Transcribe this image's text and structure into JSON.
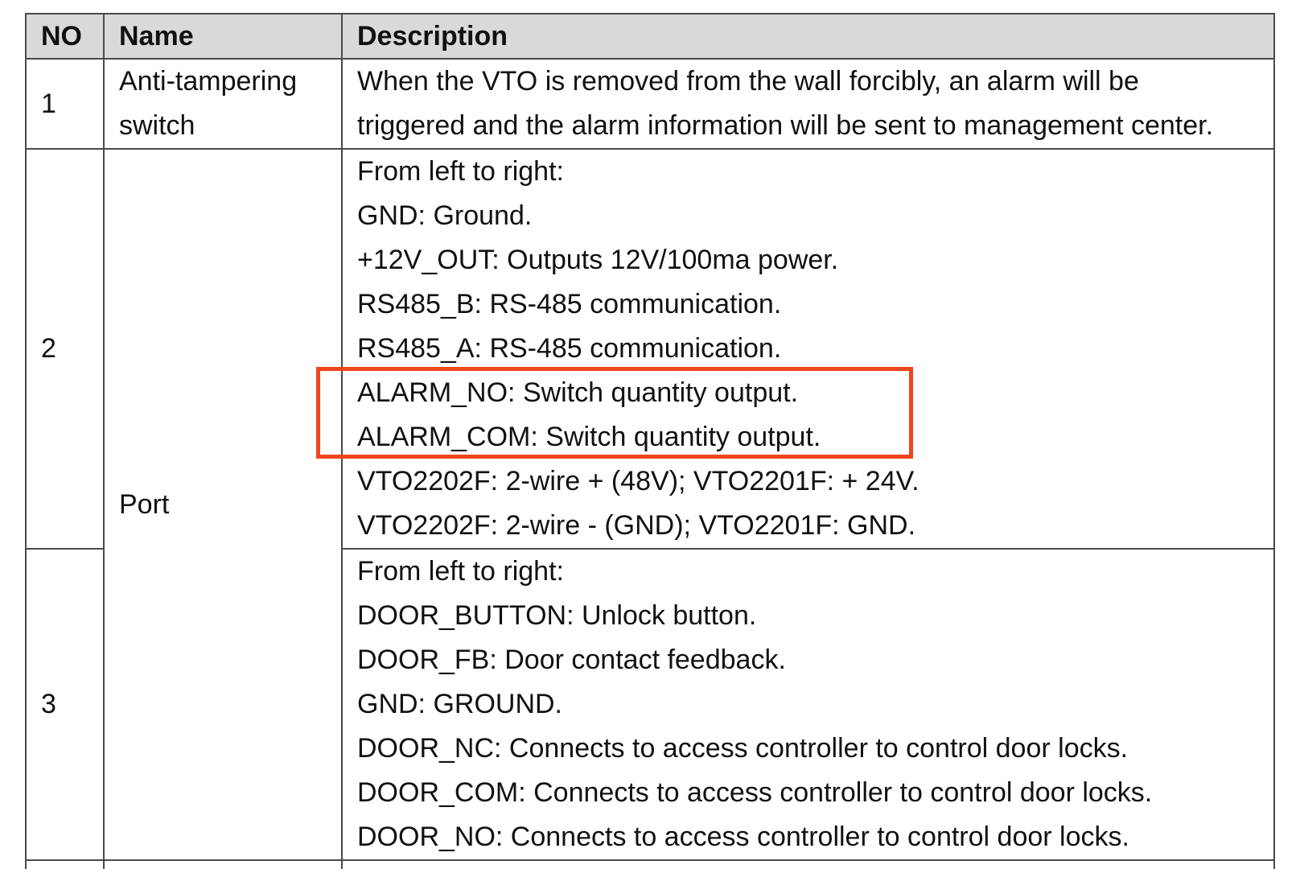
{
  "table": {
    "headers": {
      "no": "NO",
      "name": "Name",
      "description": "Description"
    },
    "rows": [
      {
        "no": "1",
        "name_lines": [
          "Anti-tampering",
          "switch"
        ],
        "description_lines": [
          "When the VTO is removed from the wall forcibly, an alarm will be",
          "triggered and the alarm information will be sent to management center."
        ]
      },
      {
        "no": "2",
        "description_lines": [
          "From left to right:",
          "GND: Ground.",
          "+12V_OUT: Outputs 12V/100ma power.",
          "RS485_B: RS-485 communication.",
          "RS485_A: RS-485 communication.",
          "ALARM_NO: Switch quantity output.",
          "ALARM_COM: Switch quantity output.",
          "VTO2202F: 2-wire + (48V); VTO2201F: + 24V.",
          "VTO2202F: 2-wire - (GND); VTO2201F: GND."
        ]
      },
      {
        "no": "3",
        "description_lines": [
          "From left to right:",
          "DOOR_BUTTON: Unlock button.",
          "DOOR_FB: Door contact feedback.",
          "GND: GROUND.",
          "DOOR_NC: Connects to access controller to control door locks.",
          "DOOR_COM: Connects to access controller to control door locks.",
          "DOOR_NO: Connects to access controller to control door locks."
        ]
      }
    ],
    "port_name": "Port"
  },
  "highlight": {
    "color": "#f0461e"
  },
  "colors": {
    "header_bg": "#d9d9d9",
    "border": "#4a4a4a",
    "text": "#111111"
  }
}
